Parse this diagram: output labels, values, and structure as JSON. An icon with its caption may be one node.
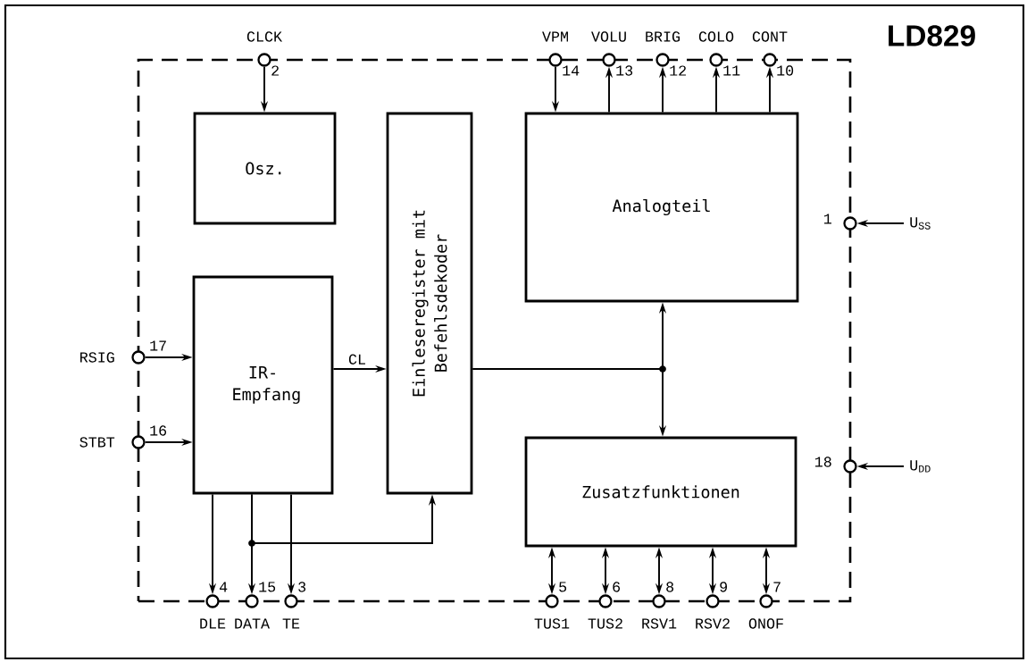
{
  "diagram": {
    "title": "LD829",
    "nodes": [
      {
        "text": [],
        "shape": "box"
      },
      {
        "text": [
          "Osz."
        ],
        "in": 0
      },
      {
        "text": [
          "IR- Empfang"
        ],
        "in": 0
      },
      {
        "text": [
          "Einleseregister mit Befehlsdekoder"
        ],
        "in": 0
      },
      {
        "text": [
          "Analogteil"
        ],
        "in": 0
      },
      {
        "text": [
          "Zusatzfunktionen"
        ],
        "in": 0
      },
      {
        "text": [
          "CLCK",
          "2"
        ]
      },
      {
        "text": [
          "VPM",
          "14"
        ]
      },
      {
        "text": [
          "VOLU",
          "13"
        ]
      },
      {
        "text": [
          "BRIG",
          "12"
        ]
      },
      {
        "text": [
          "COLO",
          "11"
        ]
      },
      {
        "text": [
          "CONT",
          "10"
        ]
      },
      {
        "text": [
          "1"
        ]
      },
      {
        "text": [
          "U$_{SS}$"
        ]
      },
      {
        "text": [
          "RSIG",
          "17"
        ]
      },
      {
        "text": [
          "STBT",
          "16"
        ]
      },
      {
        "text": [
          "18"
        ]
      },
      {
        "text": [
          "U$_{DD}$"
        ]
      },
      {
        "text": [
          "4",
          "DLE"
        ]
      },
      {
        "text": [
          "15",
          "DATA"
        ]
      },
      {
        "text": [
          "3",
          "TE"
        ]
      },
      {
        "text": [
          "5",
          "TUS1"
        ]
      },
      {
        "text": [
          "6",
          "TUS2"
        ]
      },
      {
        "text": [
          "8",
          "RSV1"
        ]
      },
      {
        "text": [
          "9",
          "RSV2"
        ]
      },
      {
        "text": [
          "7",
          "ONOF"
        ]
      }
    ],
    "edges": [
      {
        "from": 6,
        "to": 1,
        "arrow": "to"
      },
      {
        "from": 7,
        "to": 4,
        "arrow": "to"
      },
      {
        "from": 4,
        "to": 8,
        "arrow": "to"
      },
      {
        "from": 4,
        "to": 9,
        "arrow": "to"
      },
      {
        "from": 4,
        "to": 10,
        "arrow": "to"
      },
      {
        "from": 4,
        "to": 11,
        "arrow": "to"
      },
      {
        "from": 13,
        "to": 12,
        "arrow": "to"
      },
      {
        "from": 14,
        "to": 2,
        "arrow": "to"
      },
      {
        "from": 15,
        "to": 2,
        "arrow": "to"
      },
      {
        "from": 17,
        "to": 16,
        "arrow": "to"
      },
      {
        "from": 2,
        "to": 3,
        "arrow": "to",
        "label": "CL"
      },
      {
        "from": 2,
        "to": 18,
        "arrow": "to"
      },
      {
        "from": 2,
        "to": 19,
        "arrow": "to"
      },
      {
        "from": 2,
        "to": 20,
        "arrow": "to"
      },
      {
        "from": 2,
        "to": 3,
        "arrow": "to"
      },
      {
        "from": 3,
        "to": 4,
        "arrow": "to"
      },
      {
        "from": 3,
        "to": 5,
        "arrow": "to"
      },
      {
        "from": 5,
        "to": 21,
        "arrow": "both"
      },
      {
        "from": 5,
        "to": 22,
        "arrow": "both"
      },
      {
        "from": 5,
        "to": 23,
        "arrow": "both"
      },
      {
        "from": 5,
        "to": 24,
        "arrow": "both"
      },
      {
        "from": 5,
        "to": 25,
        "arrow": "both"
      }
    ]
  }
}
